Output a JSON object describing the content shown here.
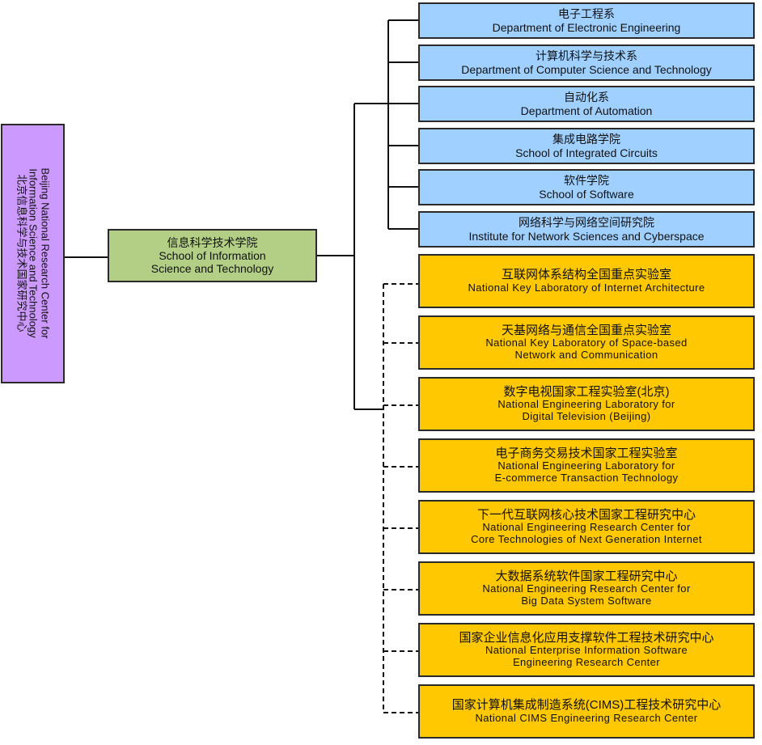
{
  "root": {
    "lines": [
      "Beijing National Research Center for",
      "Information Science and Technology",
      "北京信息科学与技术国家研究中心"
    ]
  },
  "school": {
    "zh": "信息科学技术学院",
    "en_lines": [
      "School of Information",
      "Science and Technology"
    ]
  },
  "departments": [
    {
      "zh": "电子工程系",
      "en": "Department of Electronic Engineering"
    },
    {
      "zh": "计算机科学与技术系",
      "en": "Department of Computer Science and Technology"
    },
    {
      "zh": "自动化系",
      "en": "Department of Automation"
    },
    {
      "zh": "集成电路学院",
      "en": "School of Integrated Circuits"
    },
    {
      "zh": "软件学院",
      "en": "School of Software"
    },
    {
      "zh": "网络科学与网络空间研究院",
      "en": "Institute for Network Sciences and Cyberspace"
    }
  ],
  "labs": [
    {
      "zh": "互联网体系结构全国重点实验室",
      "en_lines": [
        "National Key Laboratory of Internet Architecture"
      ]
    },
    {
      "zh": "天基网络与通信全国重点实验室",
      "en_lines": [
        "National Key Laboratory of Space-based",
        "Network and Communication"
      ]
    },
    {
      "zh": "数字电视国家工程实验室(北京)",
      "en_lines": [
        "National Engineering Laboratory for",
        "Digital Television (Beijing)"
      ]
    },
    {
      "zh": "电子商务交易技术国家工程实验室",
      "en_lines": [
        "National Engineering Laboratory for",
        "E-commerce Transaction Technology"
      ]
    },
    {
      "zh": "下一代互联网核心技术国家工程研究中心",
      "en_lines": [
        "National Engineering Research Center for",
        "Core Technologies of Next Generation Internet"
      ]
    },
    {
      "zh": "大数据系统软件国家工程研究中心",
      "en_lines": [
        "National Engineering Research Center for",
        "Big Data System Software"
      ]
    },
    {
      "zh": "国家企业信息化应用支撑软件工程技术研究中心",
      "en_lines": [
        "National Enterprise Information Software",
        "Engineering Research Center"
      ]
    },
    {
      "zh": "国家计算机集成制造系统(CIMS)工程技术研究中心",
      "en_lines": [
        "National CIMS Engineering Research Center"
      ]
    }
  ]
}
